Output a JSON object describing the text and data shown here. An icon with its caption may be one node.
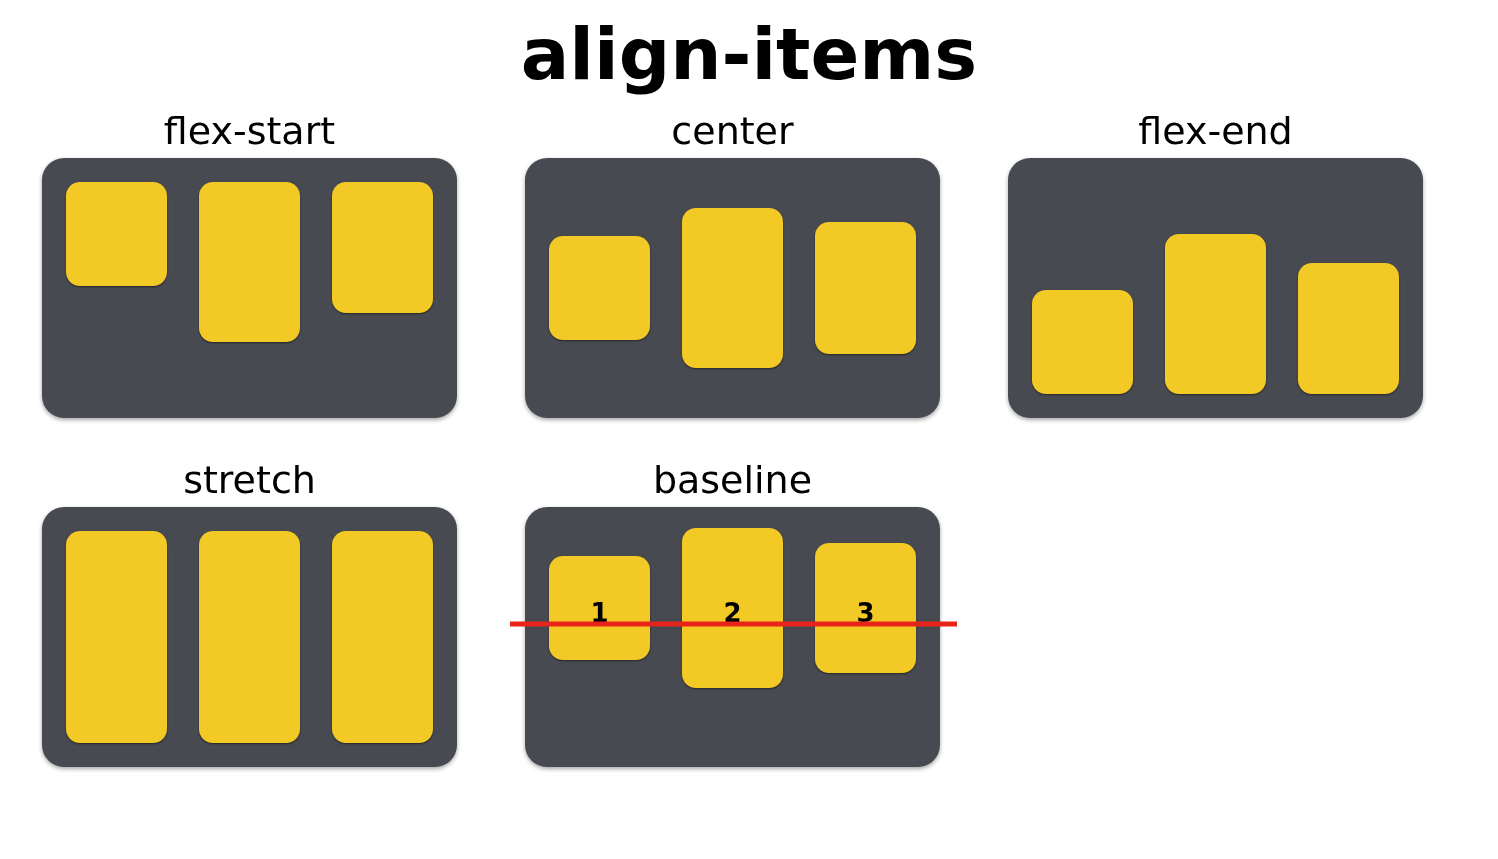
{
  "diagram": {
    "title": "align-items",
    "nodes": [
      {
        "text": [
          "flex-start"
        ]
      },
      {
        "text": [],
        "shape": "box",
        "in": 0
      },
      {
        "text": [],
        "shape": "box",
        "in": 0
      },
      {
        "text": [],
        "shape": "box",
        "in": 0
      },
      {
        "text": [
          "center"
        ]
      },
      {
        "text": [],
        "shape": "box",
        "in": 4
      },
      {
        "text": [],
        "shape": "box",
        "in": 4
      },
      {
        "text": [],
        "shape": "box",
        "in": 4
      },
      {
        "text": [
          "flex-end"
        ]
      },
      {
        "text": [],
        "shape": "box",
        "in": 8
      },
      {
        "text": [],
        "shape": "box",
        "in": 8
      },
      {
        "text": [],
        "shape": "box",
        "in": 8
      },
      {
        "text": [
          "stretch"
        ]
      },
      {
        "text": [],
        "shape": "box",
        "in": 12
      },
      {
        "text": [],
        "shape": "box",
        "in": 12
      },
      {
        "text": [],
        "shape": "box",
        "in": 12
      },
      {
        "text": [
          "baseline"
        ]
      },
      {
        "text": [
          "1"
        ],
        "in": 16
      },
      {
        "text": [
          "2"
        ],
        "in": 16
      },
      {
        "text": [
          "3"
        ],
        "in": 16
      }
    ],
    "edges": []
  }
}
